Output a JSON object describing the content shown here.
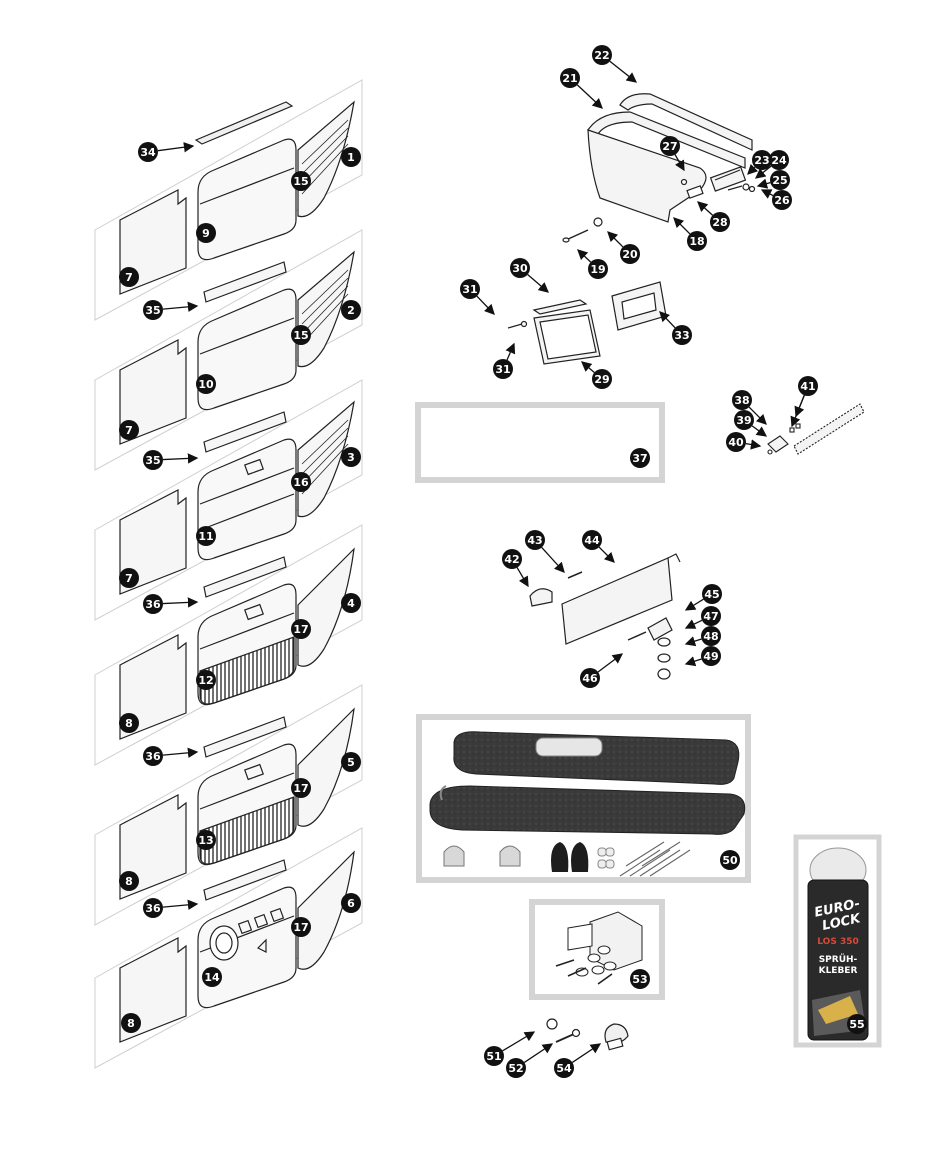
{
  "diagram": {
    "type": "exploded-parts-diagram",
    "colors": {
      "line": "#222222",
      "panel_fill": "#f4f4f4",
      "frame": "#d4d4d4",
      "badge": "#111111",
      "sunvisor": "#3a3a3a",
      "can_red": "#c0392b"
    }
  },
  "callouts": {
    "c1": "1",
    "c2": "2",
    "c3": "3",
    "c4": "4",
    "c5": "5",
    "c6": "6",
    "c7a": "7",
    "c7b": "7",
    "c7c": "7",
    "c8a": "8",
    "c8b": "8",
    "c8c": "8",
    "c9": "9",
    "c10": "10",
    "c11": "11",
    "c12": "12",
    "c13": "13",
    "c14": "14",
    "c15a": "15",
    "c15b": "15",
    "c16": "16",
    "c17a": "17",
    "c17b": "17",
    "c17c": "17",
    "c18": "18",
    "c19": "19",
    "c20": "20",
    "c21": "21",
    "c22": "22",
    "c23": "23",
    "c24": "24",
    "c25": "25",
    "c26": "26",
    "c27": "27",
    "c28": "28",
    "c29": "29",
    "c30": "30",
    "c31a": "31",
    "c31b": "31",
    "c33": "33",
    "c34": "34",
    "c35a": "35",
    "c35b": "35",
    "c36a": "36",
    "c36b": "36",
    "c36c": "36",
    "c37": "37",
    "c38": "38",
    "c39": "39",
    "c40": "40",
    "c41": "41",
    "c42": "42",
    "c43": "43",
    "c44": "44",
    "c45": "45",
    "c46": "46",
    "c47": "47",
    "c48": "48",
    "c49": "49",
    "c50": "50",
    "c51": "51",
    "c52": "52",
    "c53": "53",
    "c54": "54",
    "c55": "55"
  },
  "product_can": {
    "brand_line1": "EURO-",
    "brand_line2": "LOCK",
    "model": "LOS 350",
    "product_line1": "SPRÜH-",
    "product_line2": "KLEBER"
  }
}
